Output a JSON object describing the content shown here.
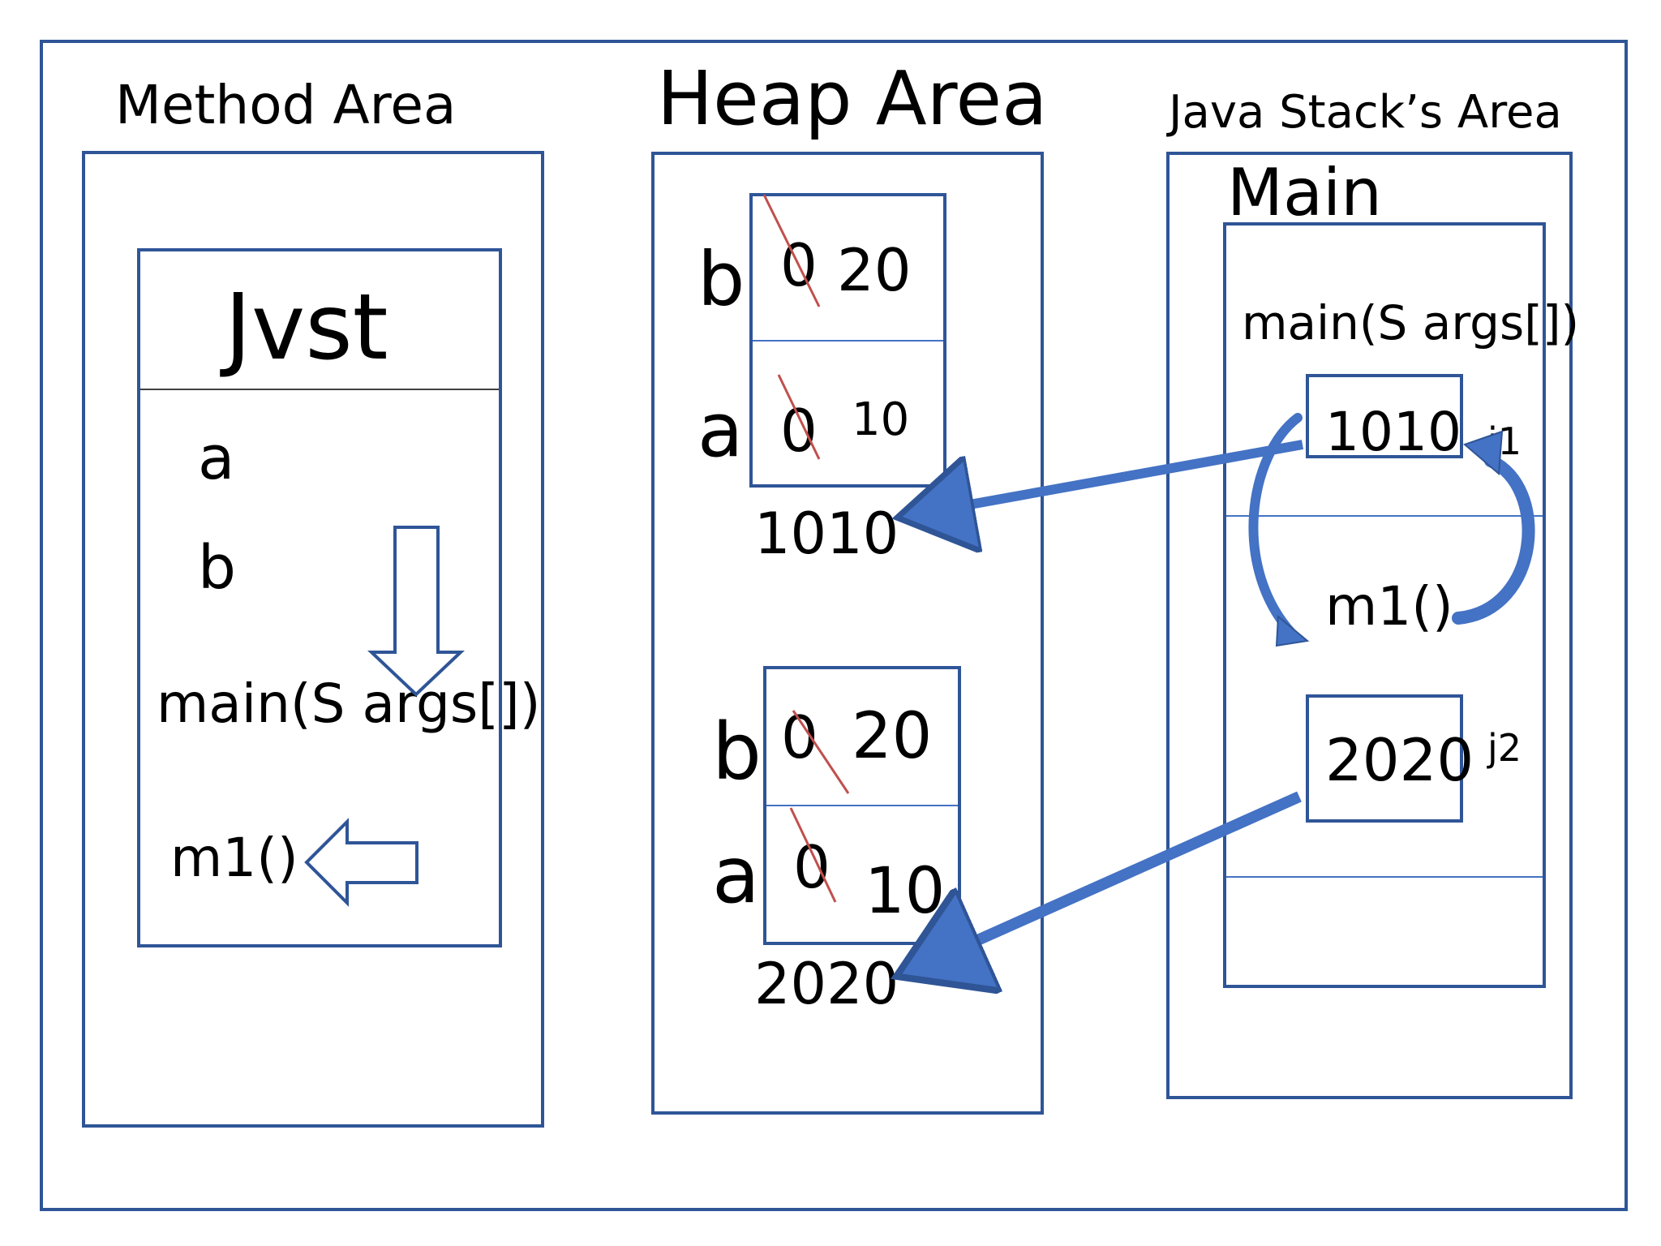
{
  "colors": {
    "border": "#2f5597",
    "arrow_fill": "#4472c4",
    "arrow_stroke": "#2f5597",
    "divider": "#4472c4",
    "strike": "#c0504d",
    "text": "#000000",
    "background": "#ffffff"
  },
  "method_area": {
    "title": "Method Area",
    "class_name": "Jvst",
    "fields": [
      "a",
      "b"
    ],
    "methods": [
      "main(S args[])",
      "m1()"
    ]
  },
  "heap_area": {
    "title": "Heap Area",
    "objects": [
      {
        "address": "1010",
        "fields": [
          {
            "name": "b",
            "old_value": "0",
            "new_value": "20"
          },
          {
            "name": "a",
            "old_value": "0",
            "new_value": "10"
          }
        ]
      },
      {
        "address": "2020",
        "fields": [
          {
            "name": "b",
            "old_value": "0",
            "new_value": "20"
          },
          {
            "name": "a",
            "old_value": "0",
            "new_value": "10"
          }
        ]
      }
    ]
  },
  "stack_area": {
    "title": "Java Stack’s Area",
    "thread_name": "Main",
    "frames": [
      {
        "method": "main(S args[])",
        "reference": "1010",
        "variable": "j1"
      },
      {
        "method": "m1()",
        "reference": "2020",
        "variable": "j2"
      }
    ]
  }
}
